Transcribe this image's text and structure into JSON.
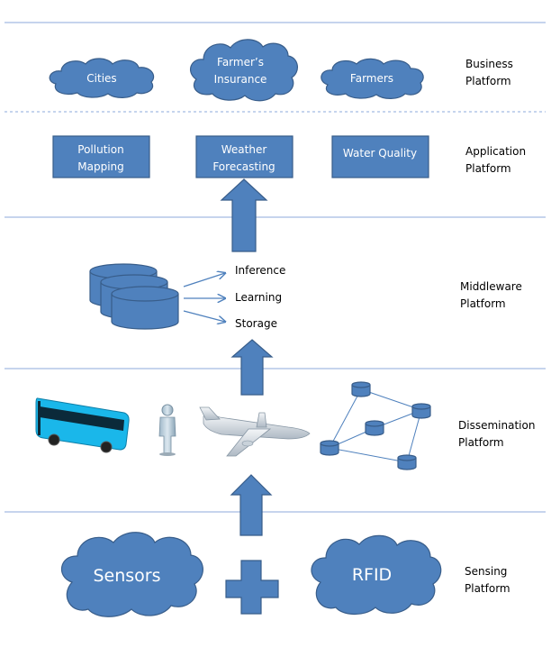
{
  "layers": {
    "business": {
      "line1": "Business",
      "line2": "Platform"
    },
    "application": {
      "line1": "Application",
      "line2": "Platform"
    },
    "middleware": {
      "line1": "Middleware",
      "line2": "Platform"
    },
    "dissemination": {
      "line1": "Dissemination",
      "line2": "Platform"
    },
    "sensing": {
      "line1": "Sensing",
      "line2": "Platform"
    }
  },
  "business_clouds": {
    "cities": "Cities",
    "insurance_line1": "Farmer’s",
    "insurance_line2": "Insurance",
    "farmers": "Farmers"
  },
  "applications": {
    "pollution_line1": "Pollution",
    "pollution_line2": "Mapping",
    "weather_line1": "Weather",
    "weather_line2": "Forecasting",
    "water": "Water Quality"
  },
  "middleware": {
    "inference": "Inference",
    "learning": "Learning",
    "storage": "Storage"
  },
  "sensing": {
    "sensors": "Sensors",
    "rfid": "RFID"
  },
  "colors": {
    "fill": "#4f81bd",
    "stroke": "#385d8a",
    "divider": "#8eaadb",
    "bus": "#1ab7ea"
  }
}
